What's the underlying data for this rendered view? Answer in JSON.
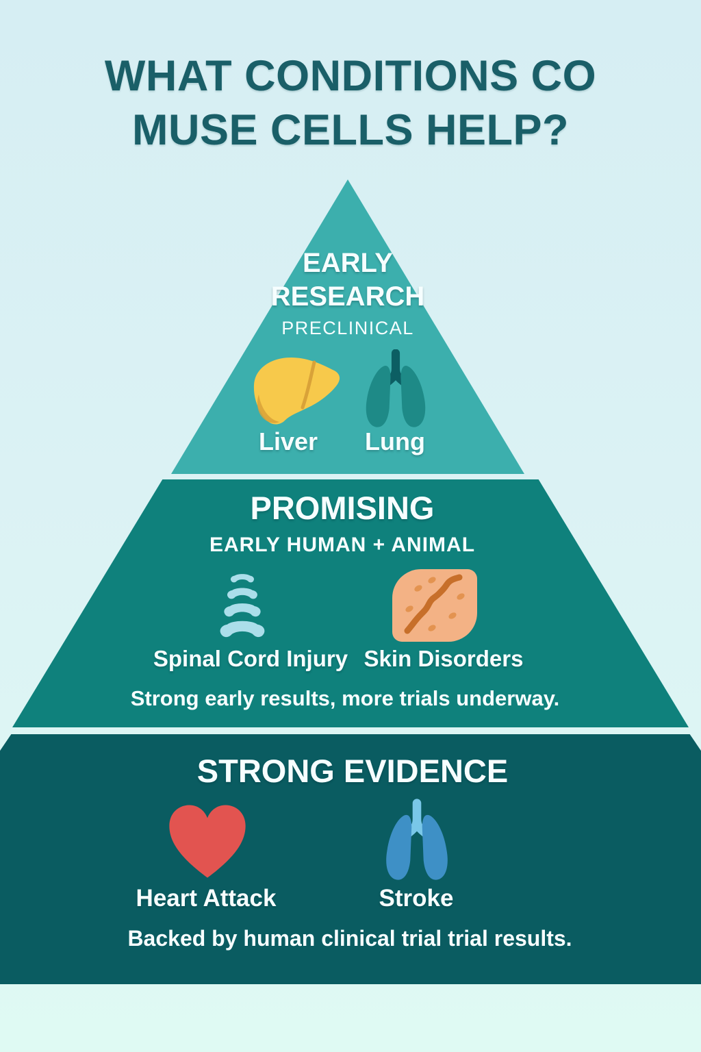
{
  "title": {
    "line1": "WHAT CONDITIONS CO",
    "line2": "MUSE CELLS HELP?"
  },
  "pyramid": {
    "tiers": [
      {
        "name": "Early Research",
        "heading": "EARLY RESEARCH",
        "subheading": "PRECLINICAL",
        "items": [
          {
            "label": "Liver",
            "icon": "liver-icon"
          },
          {
            "label": "Lung",
            "icon": "lung-icon"
          }
        ]
      },
      {
        "name": "Promising",
        "heading": "PROMISING",
        "subheading": "EARLY HUMAN + ANIMAL",
        "items": [
          {
            "label": "Spinal Cord Injury",
            "icon": "spine-icon"
          },
          {
            "label": "Skin Disorders",
            "icon": "skin-icon"
          }
        ],
        "note": "Strong early results, more trials underway."
      },
      {
        "name": "Strong Evidence",
        "heading": "STRONG EVIDENCE",
        "items": [
          {
            "label": "Heart Attack",
            "icon": "heart-icon"
          },
          {
            "label": "Stroke",
            "icon": "lungs-icon"
          }
        ],
        "note": "Backed by human clinical trial trial results."
      }
    ]
  },
  "colors": {
    "bgTop": "#d6eef3",
    "bgMid": "#dcf3f4",
    "bgBottom": "#dffaf3",
    "tier1": "#3cafad",
    "tier2": "#0f817c",
    "tier3": "#0a5c61",
    "title": "#1a5f68",
    "text": "#f6feff",
    "liver": "#f7c94b",
    "liverShade": "#d9a238",
    "lungTeal": "#1e8a87",
    "tracheaTeal": "#0c5e63",
    "spineBlue": "#abdeea",
    "skinBase": "#f3b285",
    "skinLine": "#c76f2a",
    "skinDot": "#e39350",
    "heartRed": "#e25450",
    "lungBlue": "#3e90c6",
    "tracheaBlue": "#79c7e8"
  }
}
